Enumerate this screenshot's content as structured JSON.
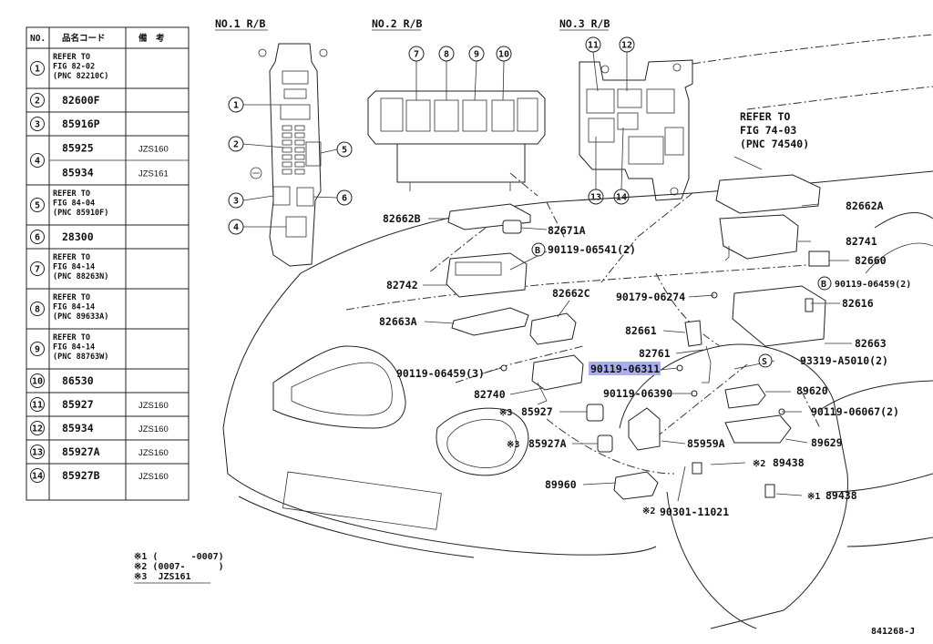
{
  "table": {
    "headers": [
      "NO.",
      "品名コード",
      "備　考"
    ],
    "rows": [
      {
        "no": "1",
        "code": [
          "REFER TO",
          "FIG 82-02",
          "(PNC 82210C)"
        ],
        "note": ""
      },
      {
        "no": "2",
        "code": [
          "82600F"
        ],
        "note": ""
      },
      {
        "no": "3",
        "code": [
          "85916P"
        ],
        "note": ""
      },
      {
        "no": "4",
        "code": [
          "85925",
          "85934"
        ],
        "note": [
          "JZS160",
          "JZS161"
        ]
      },
      {
        "no": "5",
        "code": [
          "REFER TO",
          "FIG 84-04",
          "(PNC 85910F)"
        ],
        "note": ""
      },
      {
        "no": "6",
        "code": [
          "28300"
        ],
        "note": ""
      },
      {
        "no": "7",
        "code": [
          "REFER TO",
          "FIG 84-14",
          "(PNC 88263N)"
        ],
        "note": ""
      },
      {
        "no": "8",
        "code": [
          "REFER TO",
          "FIG 84-14",
          "(PNC 89633A)"
        ],
        "note": ""
      },
      {
        "no": "9",
        "code": [
          "REFER TO",
          "FIG 84-14",
          "(PNC 88763W)"
        ],
        "note": ""
      },
      {
        "no": "10",
        "code": [
          "86530"
        ],
        "note": ""
      },
      {
        "no": "11",
        "code": [
          "85927"
        ],
        "note": "JZS160"
      },
      {
        "no": "12",
        "code": [
          "85934"
        ],
        "note": "JZS160"
      },
      {
        "no": "13",
        "code": [
          "85927A"
        ],
        "note": "JZS160"
      },
      {
        "no": "14",
        "code": [
          "85927B"
        ],
        "note": "JZS160"
      }
    ]
  },
  "footnotes": [
    "※1 (      -0007)",
    "※2 (0007-      )",
    "※3  JZS161"
  ],
  "section_titles": [
    "NO.1 R/B",
    "NO.2 R/B",
    "NO.3 R/B"
  ],
  "callouts": {
    "rb1": [
      "1",
      "2",
      "3",
      "4",
      "5",
      "6"
    ],
    "rb2": [
      "7",
      "8",
      "9",
      "10"
    ],
    "rb3": [
      "11",
      "12",
      "13",
      "14"
    ]
  },
  "refer": [
    "REFER TO",
    "FIG 74-03",
    "(PNC 74540)"
  ],
  "part_labels": [
    {
      "id": "82662B",
      "text": "82662B"
    },
    {
      "id": "82671A",
      "text": "82671A"
    },
    {
      "id": "b1",
      "text": "90119-06541(2)"
    },
    {
      "id": "82742",
      "text": "82742"
    },
    {
      "id": "82662C",
      "text": "82662C"
    },
    {
      "id": "90179",
      "text": "90179-06274"
    },
    {
      "id": "82663A",
      "text": "82663A"
    },
    {
      "id": "82661",
      "text": "82661"
    },
    {
      "id": "82761",
      "text": "82761"
    },
    {
      "id": "90119-06459-3",
      "text": "90119-06459(3)"
    },
    {
      "id": "highlight",
      "text": "90119-06311"
    },
    {
      "id": "82740",
      "text": "82740"
    },
    {
      "id": "90119-06390",
      "text": "90119-06390"
    },
    {
      "id": "85927",
      "text": "85927"
    },
    {
      "id": "85927A",
      "text": "85927A"
    },
    {
      "id": "85959A",
      "text": "85959A"
    },
    {
      "id": "89960",
      "text": "89960"
    },
    {
      "id": "90301",
      "text": "90301-11021"
    },
    {
      "id": "82662A",
      "text": "82662A"
    },
    {
      "id": "82741",
      "text": "82741"
    },
    {
      "id": "82660",
      "text": "82660"
    },
    {
      "id": "b2",
      "text": "90119-06459(2)"
    },
    {
      "id": "82616",
      "text": "82616"
    },
    {
      "id": "82663",
      "text": "82663"
    },
    {
      "id": "93319",
      "text": "93319-A5010(2)"
    },
    {
      "id": "89620",
      "text": "89620"
    },
    {
      "id": "90119-06067",
      "text": "90119-06067(2)"
    },
    {
      "id": "89629",
      "text": "89629"
    },
    {
      "id": "89438a",
      "text": "89438"
    },
    {
      "id": "89438b",
      "text": "89438"
    }
  ],
  "markers": {
    "b": "B",
    "s": "S",
    "star1": "※1",
    "star2": "※2",
    "star3": "※3"
  },
  "figure_id": "841268-J"
}
